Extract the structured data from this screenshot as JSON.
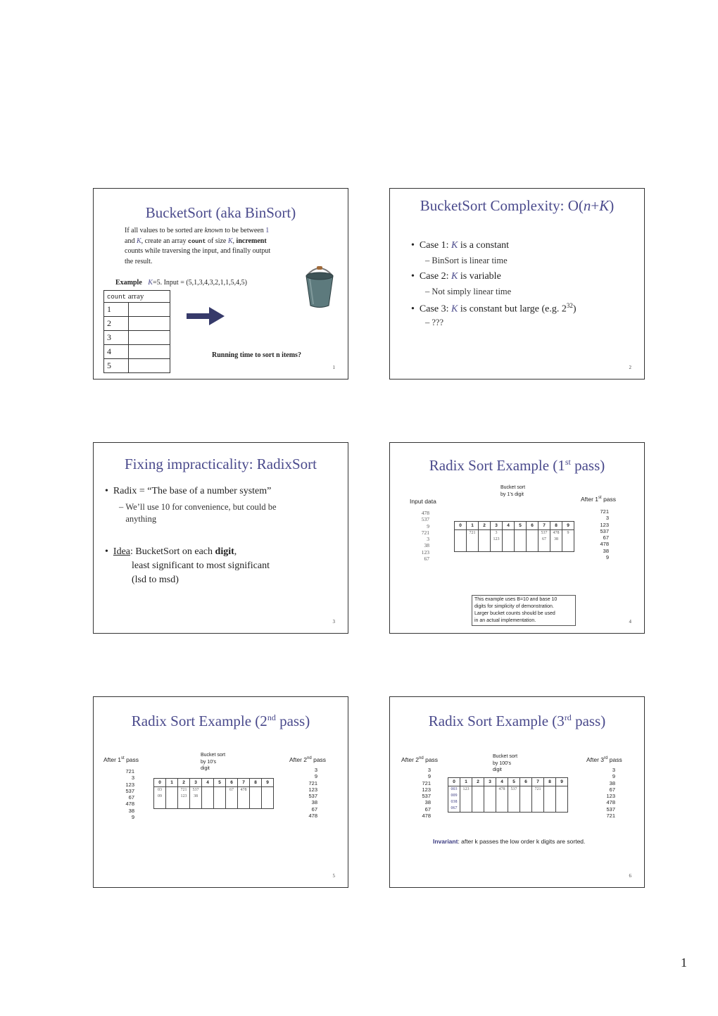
{
  "page_number": "1",
  "slides": {
    "s1": {
      "title": "BucketSort (aka BinSort)",
      "desc": {
        "t1": "If all values to be sorted are ",
        "known": "known",
        "t2": " to be between ",
        "one": "1",
        "t3": "and ",
        "K": "K",
        "t4": ", create an array ",
        "count": "count",
        "t5": " of size ",
        "K2": "K",
        "t6": ", ",
        "increment": "increment",
        "t7": "counts while traversing the input, and finally output",
        "t8": "the result."
      },
      "example_label": "Example",
      "example_K": "K",
      "example_rest": "=5.   Input = (5,1,3,4,3,2,1,1,5,4,5)",
      "count_hdr_code": "count",
      "count_hdr_text": " array",
      "rows": [
        "1",
        "2",
        "3",
        "4",
        "5"
      ],
      "question": "Running time to sort n items?",
      "num": "1"
    },
    "s2": {
      "title_pre": "BucketSort Complexity: O(",
      "title_n": "n",
      "title_plus": "+",
      "title_K": "K",
      "title_post": ")",
      "c1_pre": "Case 1: ",
      "c1_K": "K",
      "c1_post": " is a constant",
      "c1_sub": "BinSort is linear time",
      "c2_pre": "Case 2: ",
      "c2_K": "K",
      "c2_post": " is variable",
      "c2_sub": "Not simply linear time",
      "c3_pre": "Case 3: ",
      "c3_K": "K",
      "c3_post": " is constant but large (e.g. 2",
      "c3_exp": "32",
      "c3_end": ")",
      "c3_sub": "???",
      "num": "2"
    },
    "s3": {
      "title": "Fixing impracticality: RadixSort",
      "b1": "Radix = “The base of a number system”",
      "b1_sub1": "We’ll use 10 for convenience, but could be",
      "b1_sub2": "anything",
      "b2_idea": "Idea",
      "b2_rest": ": BucketSort on each ",
      "b2_digit": "digit",
      "b2_comma": ",",
      "b2_l2": "least significant to most significant",
      "b2_l3": "(lsd to msd)",
      "num": "3"
    },
    "s4": {
      "title_pre": "Radix Sort Example (1",
      "title_sup": "st",
      "title_post": " pass)",
      "bucket_label_1": "Bucket sort",
      "bucket_label_2": "by 1’s digit",
      "input_hdr": "Input data",
      "input": [
        "478",
        "537",
        "9",
        "721",
        "3",
        "38",
        "123",
        "67"
      ],
      "after_pre": "After 1",
      "after_sup": "st",
      "after_post": " pass",
      "after": [
        "721",
        "3",
        "123",
        "537",
        "67",
        "478",
        "38",
        "9"
      ],
      "headers": [
        "0",
        "1",
        "2",
        "3",
        "4",
        "5",
        "6",
        "7",
        "8",
        "9"
      ],
      "buckets": [
        "",
        "721",
        "",
        "3 123",
        "",
        "",
        "",
        "537 67",
        "478 38",
        "9"
      ],
      "note": [
        "This example uses B=10 and base 10",
        "digits for simplicity of demonstration.",
        "Larger bucket counts should be used",
        "in an actual implementation."
      ],
      "num": "4"
    },
    "s5": {
      "title_pre": "Radix Sort Example (2",
      "title_sup": "nd",
      "title_post": " pass)",
      "bucket_label_1": "Bucket sort",
      "bucket_label_2": "by 10’s",
      "bucket_label_3": "digit",
      "before_pre": "After 1",
      "before_sup": "st",
      "before_post": " pass",
      "before": [
        "721",
        "3",
        "123",
        "537",
        "67",
        "478",
        "38",
        "9"
      ],
      "after_pre": "After 2",
      "after_sup": "nd",
      "after_post": " pass",
      "after": [
        "3",
        "9",
        "721",
        "123",
        "537",
        "38",
        "67",
        "478"
      ],
      "headers": [
        "0",
        "1",
        "2",
        "3",
        "4",
        "5",
        "6",
        "7",
        "8",
        "9"
      ],
      "buckets": [
        "03 09",
        "",
        "721 123",
        "537 38",
        "",
        "",
        "67",
        "478",
        "",
        ""
      ],
      "num": "5"
    },
    "s6": {
      "title_pre": "Radix Sort Example (3",
      "title_sup": "rd",
      "title_post": " pass)",
      "bucket_label_1": "Bucket sort",
      "bucket_label_2": "by 100’s",
      "bucket_label_3": "digit",
      "before_pre": "After 2",
      "before_sup": "nd",
      "before_post": " pass",
      "before": [
        "3",
        "9",
        "721",
        "123",
        "537",
        "38",
        "67",
        "478"
      ],
      "after_pre": "After 3",
      "after_sup": "rd",
      "after_post": " pass",
      "after": [
        "3",
        "9",
        "38",
        "67",
        "123",
        "478",
        "537",
        "721"
      ],
      "headers": [
        "0",
        "1",
        "2",
        "3",
        "4",
        "5",
        "6",
        "7",
        "8",
        "9"
      ],
      "buckets": [
        "003 009 038 067",
        "123",
        "",
        "",
        "478",
        "537",
        "",
        "721",
        "",
        ""
      ],
      "invariant_bold": "Invariant",
      "invariant_rest": ": after k passes the low order k digits are sorted.",
      "num": "6"
    }
  }
}
